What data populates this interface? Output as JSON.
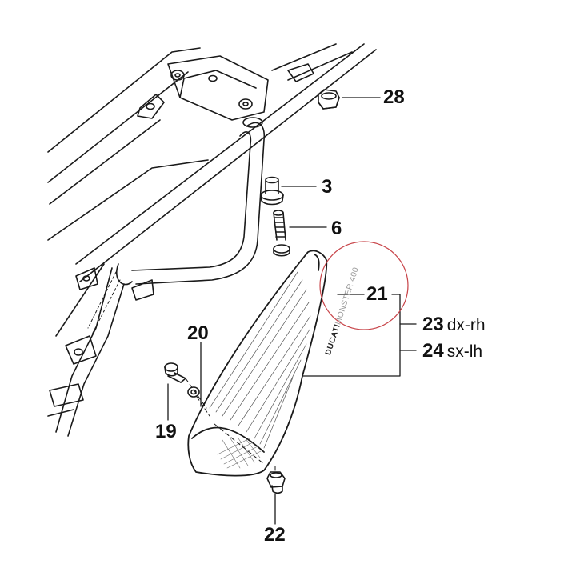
{
  "diagram": {
    "callouts": [
      {
        "id": "28",
        "number": "28",
        "suffix": ""
      },
      {
        "id": "3",
        "number": "3",
        "suffix": ""
      },
      {
        "id": "6",
        "number": "6",
        "suffix": ""
      },
      {
        "id": "21",
        "number": "21",
        "suffix": ""
      },
      {
        "id": "23",
        "number": "23",
        "suffix": "dx-rh"
      },
      {
        "id": "24",
        "number": "24",
        "suffix": "sx-lh"
      },
      {
        "id": "20",
        "number": "20",
        "suffix": ""
      },
      {
        "id": "19",
        "number": "19",
        "suffix": ""
      },
      {
        "id": "22",
        "number": "22",
        "suffix": ""
      }
    ],
    "decal": {
      "brand": "DUCATI",
      "model": "MONSTER 400"
    },
    "colors": {
      "line": "#1a1a1a",
      "highlight_circle": "#c8454a"
    }
  }
}
